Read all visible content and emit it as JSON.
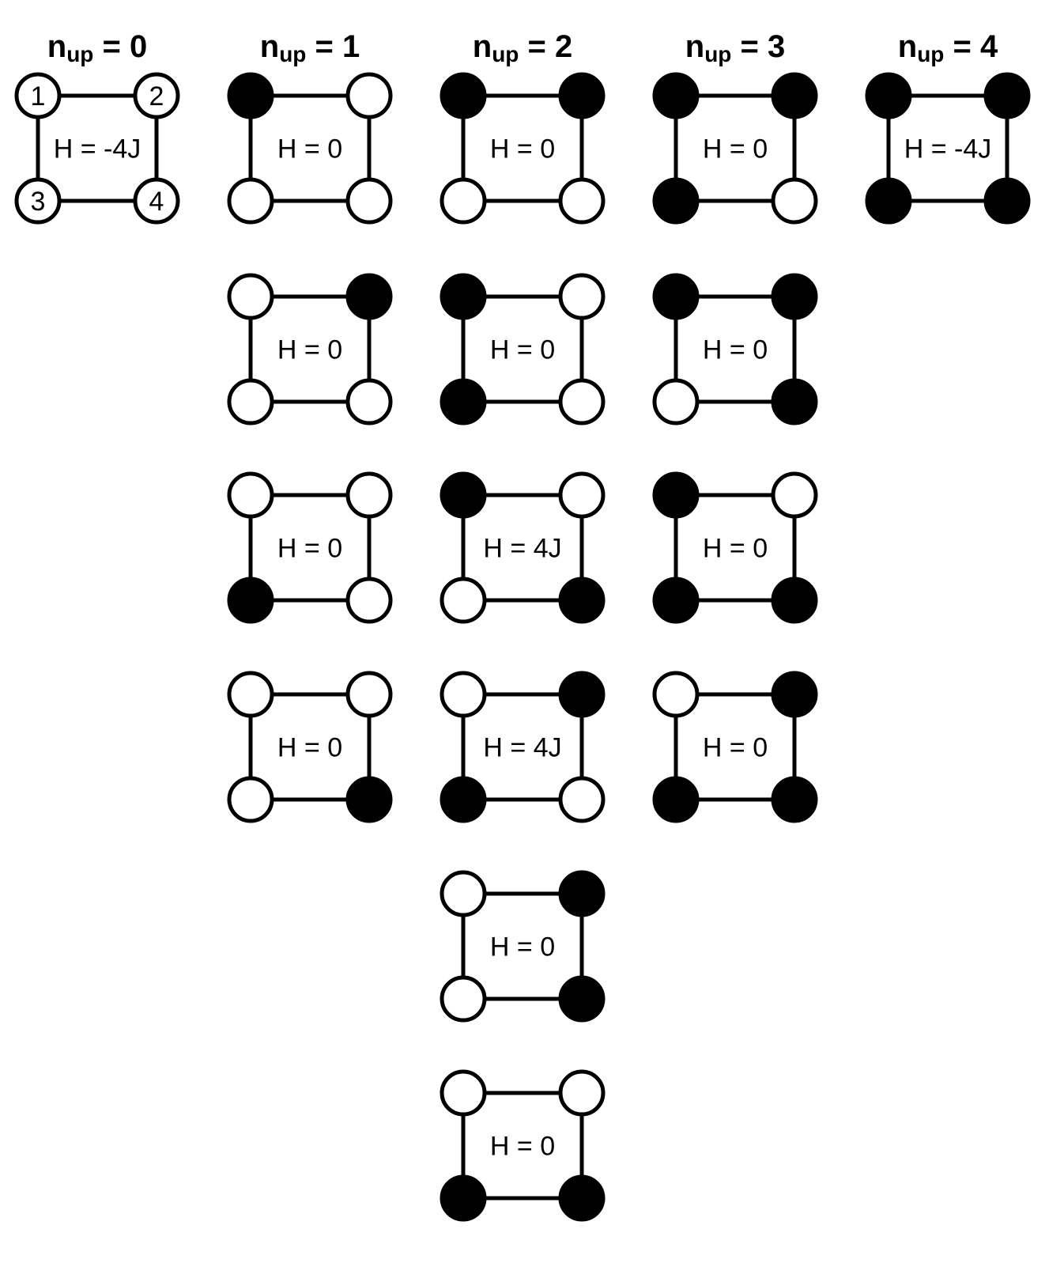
{
  "colors": {
    "spin_up": "#000000",
    "spin_down": "#ffffff",
    "stroke": "#000000"
  },
  "site_labels": [
    "1",
    "2",
    "3",
    "4"
  ],
  "columns": [
    {
      "title_main": "n",
      "title_sub": "up",
      "title_rest": " = 0",
      "configs": [
        {
          "spins": [
            0,
            0,
            0,
            0
          ],
          "energy": "H = -4J",
          "show_site_labels": true
        }
      ]
    },
    {
      "title_main": "n",
      "title_sub": "up",
      "title_rest": " = 1",
      "configs": [
        {
          "spins": [
            1,
            0,
            0,
            0
          ],
          "energy": "H = 0"
        },
        {
          "spins": [
            0,
            1,
            0,
            0
          ],
          "energy": "H = 0"
        },
        {
          "spins": [
            0,
            0,
            1,
            0
          ],
          "energy": "H = 0"
        },
        {
          "spins": [
            0,
            0,
            0,
            1
          ],
          "energy": "H = 0"
        }
      ]
    },
    {
      "title_main": "n",
      "title_sub": "up",
      "title_rest": " = 2",
      "configs": [
        {
          "spins": [
            1,
            1,
            0,
            0
          ],
          "energy": "H = 0"
        },
        {
          "spins": [
            1,
            0,
            1,
            0
          ],
          "energy": "H = 0"
        },
        {
          "spins": [
            1,
            0,
            0,
            1
          ],
          "energy": "H = 4J"
        },
        {
          "spins": [
            0,
            1,
            1,
            0
          ],
          "energy": "H = 4J"
        },
        {
          "spins": [
            0,
            1,
            0,
            1
          ],
          "energy": "H = 0"
        },
        {
          "spins": [
            0,
            0,
            1,
            1
          ],
          "energy": "H = 0"
        }
      ]
    },
    {
      "title_main": "n",
      "title_sub": "up",
      "title_rest": " = 3",
      "configs": [
        {
          "spins": [
            1,
            1,
            1,
            0
          ],
          "energy": "H = 0"
        },
        {
          "spins": [
            1,
            1,
            0,
            1
          ],
          "energy": "H = 0"
        },
        {
          "spins": [
            1,
            0,
            1,
            1
          ],
          "energy": "H = 0"
        },
        {
          "spins": [
            0,
            1,
            1,
            1
          ],
          "energy": "H = 0"
        }
      ]
    },
    {
      "title_main": "n",
      "title_sub": "up",
      "title_rest": " = 4",
      "configs": [
        {
          "spins": [
            1,
            1,
            1,
            1
          ],
          "energy": "H = -4J"
        }
      ]
    }
  ]
}
